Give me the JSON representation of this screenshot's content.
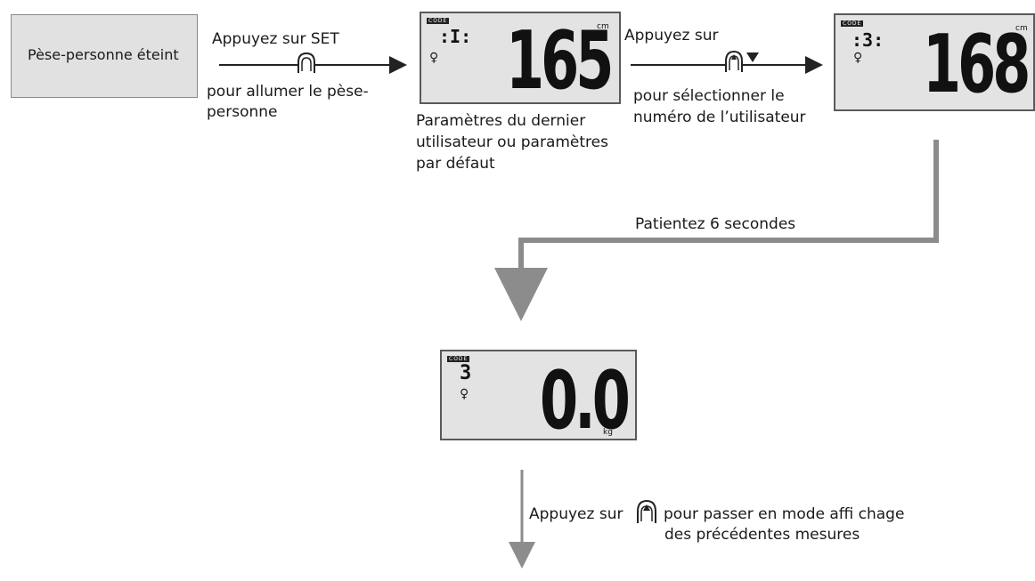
{
  "start_box": {
    "label": "Pèse-personne éteint"
  },
  "step1": {
    "action": "Appuyez sur SET",
    "desc_line1": "pour allumer le pèse-",
    "desc_line2": "personne",
    "button_icon": "set-button-icon"
  },
  "display1": {
    "value": "165",
    "unit": "cm",
    "memory": "CODE",
    "caption_line1": "Paramètres du dernier",
    "caption_line2": "utilisateur ou paramètres",
    "caption_line3": "par défaut"
  },
  "step2": {
    "action": "Appuyez sur",
    "desc_line1": "pour sélectionner le",
    "desc_line2": "numéro de l’utilisateur",
    "button_icon": "up-down-button-icon"
  },
  "display2": {
    "value": "168",
    "unit": "cm",
    "memory": "CODE"
  },
  "wait": {
    "label": "Patientez 6 secondes"
  },
  "display3": {
    "value": "0.0",
    "unit": "kg",
    "memory": "CODE",
    "user": "3"
  },
  "step3": {
    "action": "Appuyez sur",
    "desc_line1": "pour passer en mode affi  chage",
    "desc_line2": "des précédentes mesures",
    "button_icon": "up-button-icon"
  },
  "colors": {
    "box_fill": "#e1e1e1",
    "arrow_dark": "#222222",
    "arrow_gray": "#8c8c8c"
  }
}
